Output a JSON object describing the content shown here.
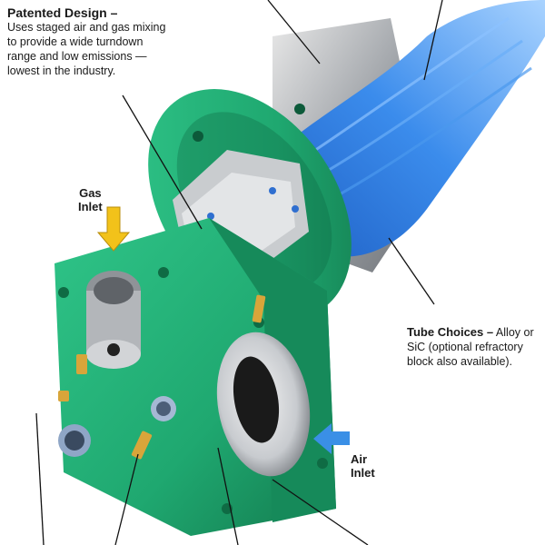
{
  "callouts": {
    "patented_design": {
      "title": "Patented Design –",
      "body_lines": [
        "Uses staged air and gas mixing",
        "to provide a wide turndown",
        "range and low emissions —",
        "lowest in the industry."
      ]
    },
    "tube_choices": {
      "title": "Tube Choices –",
      "title_tail": "Alloy or",
      "body_lines": [
        "SiC (optional refractory",
        "block also available)."
      ]
    },
    "gas_inlet": {
      "lines": [
        "Gas",
        "Inlet"
      ]
    },
    "air_inlet": {
      "lines": [
        "Air",
        "Inlet"
      ]
    }
  },
  "colors": {
    "housing_green": "#1fa870",
    "housing_dark": "#137a4e",
    "flame_blue": "#2f7fe0",
    "inlet_arrow_yellow": "#f2c21a",
    "inlet_arrow_blue": "#3a8fe6",
    "metal_gray": "#b9bcc0"
  }
}
